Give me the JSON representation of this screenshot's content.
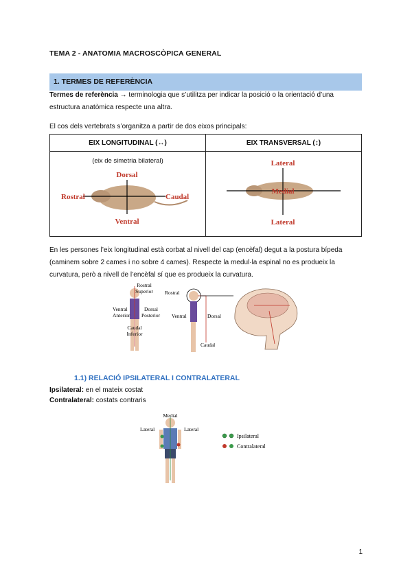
{
  "doc_title": "TEMA 2 - ANATOMIA MACROSCÒPICA GENERAL",
  "section": {
    "title": "1. TERMES DE REFERÈNCIA"
  },
  "intro": {
    "term": "Termes de referència",
    "arrow": "→",
    "line1_rest": " terminologia que s’utilitza per indicar la posició o la orientació d’una",
    "line2": "estructura anatòmica respecte una altra."
  },
  "axes_intro": "El cos dels vertebrats s’organitza a partir de dos eixos principals:",
  "table": {
    "col1_header": "EIX LONGITUDINAL (↔)",
    "col2_header": "EIX TRANSVERSAL (↕)",
    "col1_note": "(eix de simetria bilateral)",
    "rat_long": {
      "top": "Dorsal",
      "left": "Rostral",
      "right": "Caudal",
      "bottom": "Ventral"
    },
    "rat_trans": {
      "top": "Lateral",
      "middle": "Medial",
      "bottom": "Lateral"
    }
  },
  "human_para": {
    "line1": "En les persones l’eix longitudinal està corbat al nivell del cap (encèfal) degut a la postura bípeda",
    "line2": "(caminem sobre 2 cames i no sobre 4 cames). Respecte la medul·la espinal no es produeix la",
    "line3": "curvatura, però a nivell de l’encèfal sí que es produeix la curvatura."
  },
  "human_fig": {
    "front": {
      "rostral": "Rostral",
      "superior": "Superior",
      "ventral": "Ventral",
      "anterior": "Anterior",
      "dorsal": "Dorsal",
      "posterior": "Posterior",
      "caudal": "Caudal",
      "inferior": "Inferior"
    },
    "side": {
      "rostral": "Rostral",
      "ventral": "Ventral",
      "dorsal": "Dorsal",
      "caudal": "Caudal"
    }
  },
  "subsection": {
    "title": "1.1) RELACIÓ IPSILATERAL I CONTRALATERAL"
  },
  "ipsi": {
    "term": "Ipsilateral:",
    "def": " en el mateix costat"
  },
  "contra": {
    "term": "Contralateral:",
    "def": " costats contraris"
  },
  "ipsi_fig": {
    "medial": "Medial",
    "lateral_left": "Lateral",
    "lateral_right": "Lateral",
    "legend_ipsi": "Ipsilateral",
    "legend_contra": "Contralateral"
  },
  "page_number": "1",
  "colors": {
    "section_bar": "#a8c8ea",
    "subhead": "#2e6fc0",
    "label_red": "#c0392b",
    "rat": "#c9a887"
  }
}
